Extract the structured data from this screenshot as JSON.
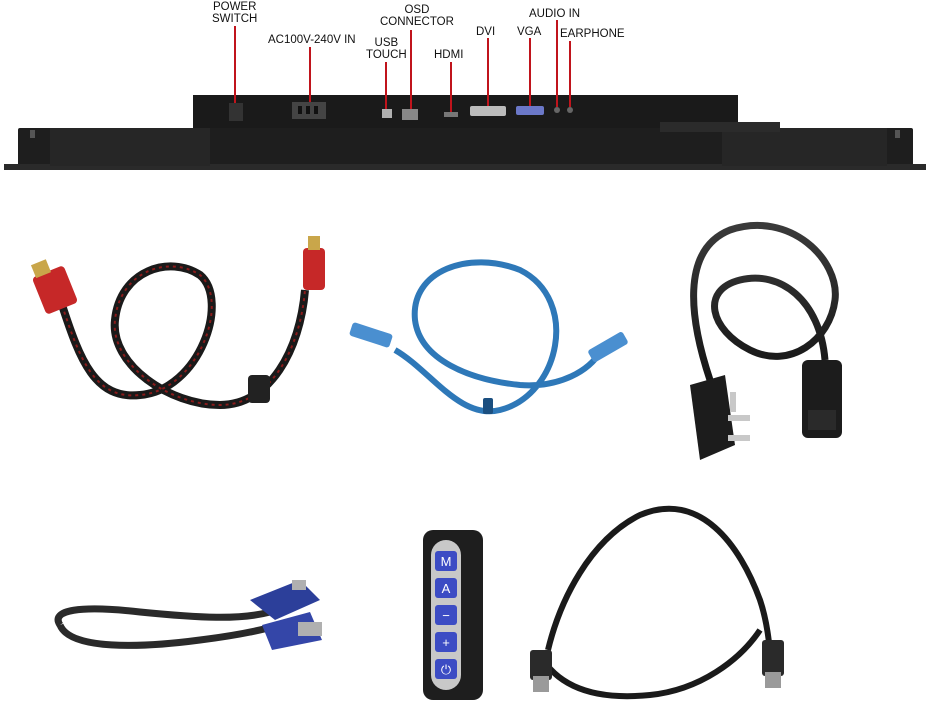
{
  "labels": {
    "power_switch": [
      "POWER",
      "SWITCH"
    ],
    "ac_in": "AC100V-240V IN",
    "osd_connector": [
      "OSD",
      "CONNECTOR"
    ],
    "usb_touch": [
      "USB",
      "TOUCH"
    ],
    "hdmi": "HDMI",
    "dvi": "DVI",
    "vga": "VGA",
    "audio_in": "AUDIO IN",
    "earphone": "EARPHONE"
  },
  "osd_buttons": [
    "M",
    "A",
    "−",
    "+",
    "⏻"
  ],
  "colors": {
    "pointer": "#c0141c",
    "monitor": "#1c1c1c",
    "usb_cable": "#2e78b8",
    "hdmi_plug": "#c62828",
    "vga_plug": "#2c3f9a",
    "osd_key": "#3c4cc4"
  }
}
